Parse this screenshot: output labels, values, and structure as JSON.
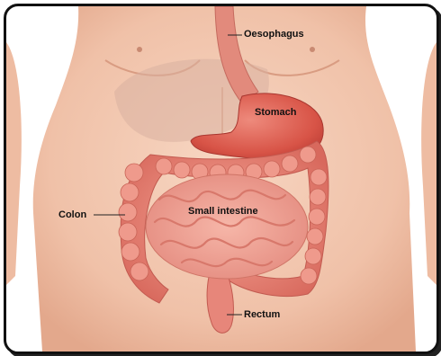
{
  "labels": {
    "oesophagus": "Oesophagus",
    "stomach": "Stomach",
    "colon": "Colon",
    "small_intestine": "Small intestine",
    "rectum": "Rectum"
  },
  "colors": {
    "skin": "#f3c9b2",
    "skin_shadow": "#e4a98c",
    "organ": "#e8877d",
    "organ_dark": "#c9524b",
    "organ_light": "#f4b3a5",
    "stomach": "#d9574c",
    "liver": "#d9b4a4"
  }
}
